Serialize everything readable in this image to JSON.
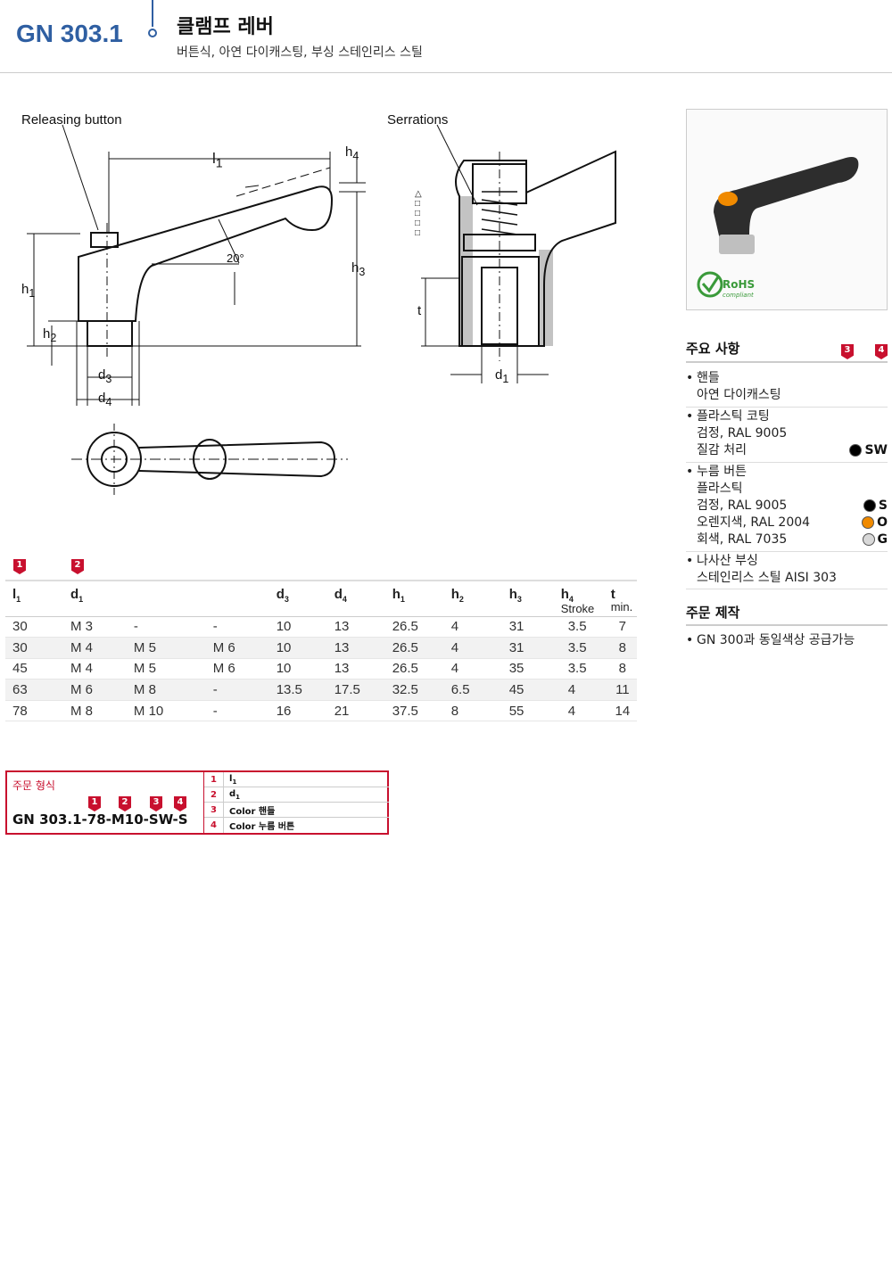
{
  "header": {
    "code": "GN 303.1",
    "title": "클램프 레버",
    "subtitle": "버튼식, 아연 다이캐스팅, 부싱 스테인리스 스틸"
  },
  "drawing": {
    "releasing_button": "Releasing button",
    "serrations": "Serrations",
    "labels": {
      "l1": "l",
      "h4": "h",
      "h1": "h",
      "h2": "h",
      "h3": "h",
      "d3": "d",
      "d4": "d",
      "d1": "d",
      "t": "t",
      "angle": "20°",
      "arrow": "△□□□□"
    }
  },
  "badges": {
    "b1": "1",
    "b2": "2",
    "b3": "3",
    "b4": "4"
  },
  "table": {
    "headers": [
      {
        "main": "l",
        "sub_idx": "1",
        "extra": ""
      },
      {
        "main": "d",
        "sub_idx": "1",
        "extra": ""
      },
      {
        "main": "d",
        "sub_idx": "3",
        "extra": ""
      },
      {
        "main": "d",
        "sub_idx": "4",
        "extra": ""
      },
      {
        "main": "h",
        "sub_idx": "1",
        "extra": ""
      },
      {
        "main": "h",
        "sub_idx": "2",
        "extra": ""
      },
      {
        "main": "h",
        "sub_idx": "3",
        "extra": ""
      },
      {
        "main": "h",
        "sub_idx": "4",
        "extra": "Stroke"
      },
      {
        "main": "t",
        "sub_idx": "",
        "extra": "min."
      }
    ],
    "rows": [
      [
        "30",
        "M 3",
        "-",
        "-",
        "10",
        "13",
        "26.5",
        "4",
        "31",
        "3.5",
        "7"
      ],
      [
        "30",
        "M 4",
        "M  5",
        "M 6",
        "10",
        "13",
        "26.5",
        "4",
        "31",
        "3.5",
        "8"
      ],
      [
        "45",
        "M 4",
        "M  5",
        "M 6",
        "10",
        "13",
        "26.5",
        "4",
        "35",
        "3.5",
        "8"
      ],
      [
        "63",
        "M 6",
        "M  8",
        "-",
        "13.5",
        "17.5",
        "32.5",
        "6.5",
        "45",
        "4",
        "11"
      ],
      [
        "78",
        "M 8",
        "M 10",
        "-",
        "16",
        "21",
        "37.5",
        "8",
        "55",
        "4",
        "14"
      ]
    ]
  },
  "order": {
    "label": "주문 형식",
    "code": "GN 303.1-78-M10-SW-S",
    "items": [
      {
        "num": "1",
        "text": "l"
      },
      {
        "num": "2",
        "text": "d"
      },
      {
        "num": "3",
        "text": "Color 핸들"
      },
      {
        "num": "4",
        "text": "Color 누름 버튼"
      }
    ]
  },
  "photo": {
    "rohs": "RoHS",
    "rohs_sub": "compliant"
  },
  "specs": {
    "heading": "주요 사항",
    "handle_title": "핸들",
    "handle_mat": "아연 다이캐스팅",
    "coat_title": "플라스틱 코팅",
    "coat_color": "검정, RAL 9005",
    "coat_finish": "질감 처리",
    "coat_code": "SW",
    "button_title": "누름 버튼",
    "button_mat": "플라스틱",
    "btn_black": "검정, RAL 9005",
    "btn_black_code": "S",
    "btn_orange": "오렌지색, RAL 2004",
    "btn_orange_code": "O",
    "btn_grey": "회색, RAL 7035",
    "btn_grey_code": "G",
    "bush_title": "나사산 부싱",
    "bush_mat": "스테인리스 스틸 AISI 303",
    "colors": {
      "black": "#000000",
      "orange": "#f08a00",
      "grey": "#d8d8d8",
      "red": "#c8102e",
      "blue": "#2f5fa2"
    }
  },
  "custom": {
    "heading": "주문 제작",
    "item": "GN 300과 동일색상 공급가능"
  }
}
